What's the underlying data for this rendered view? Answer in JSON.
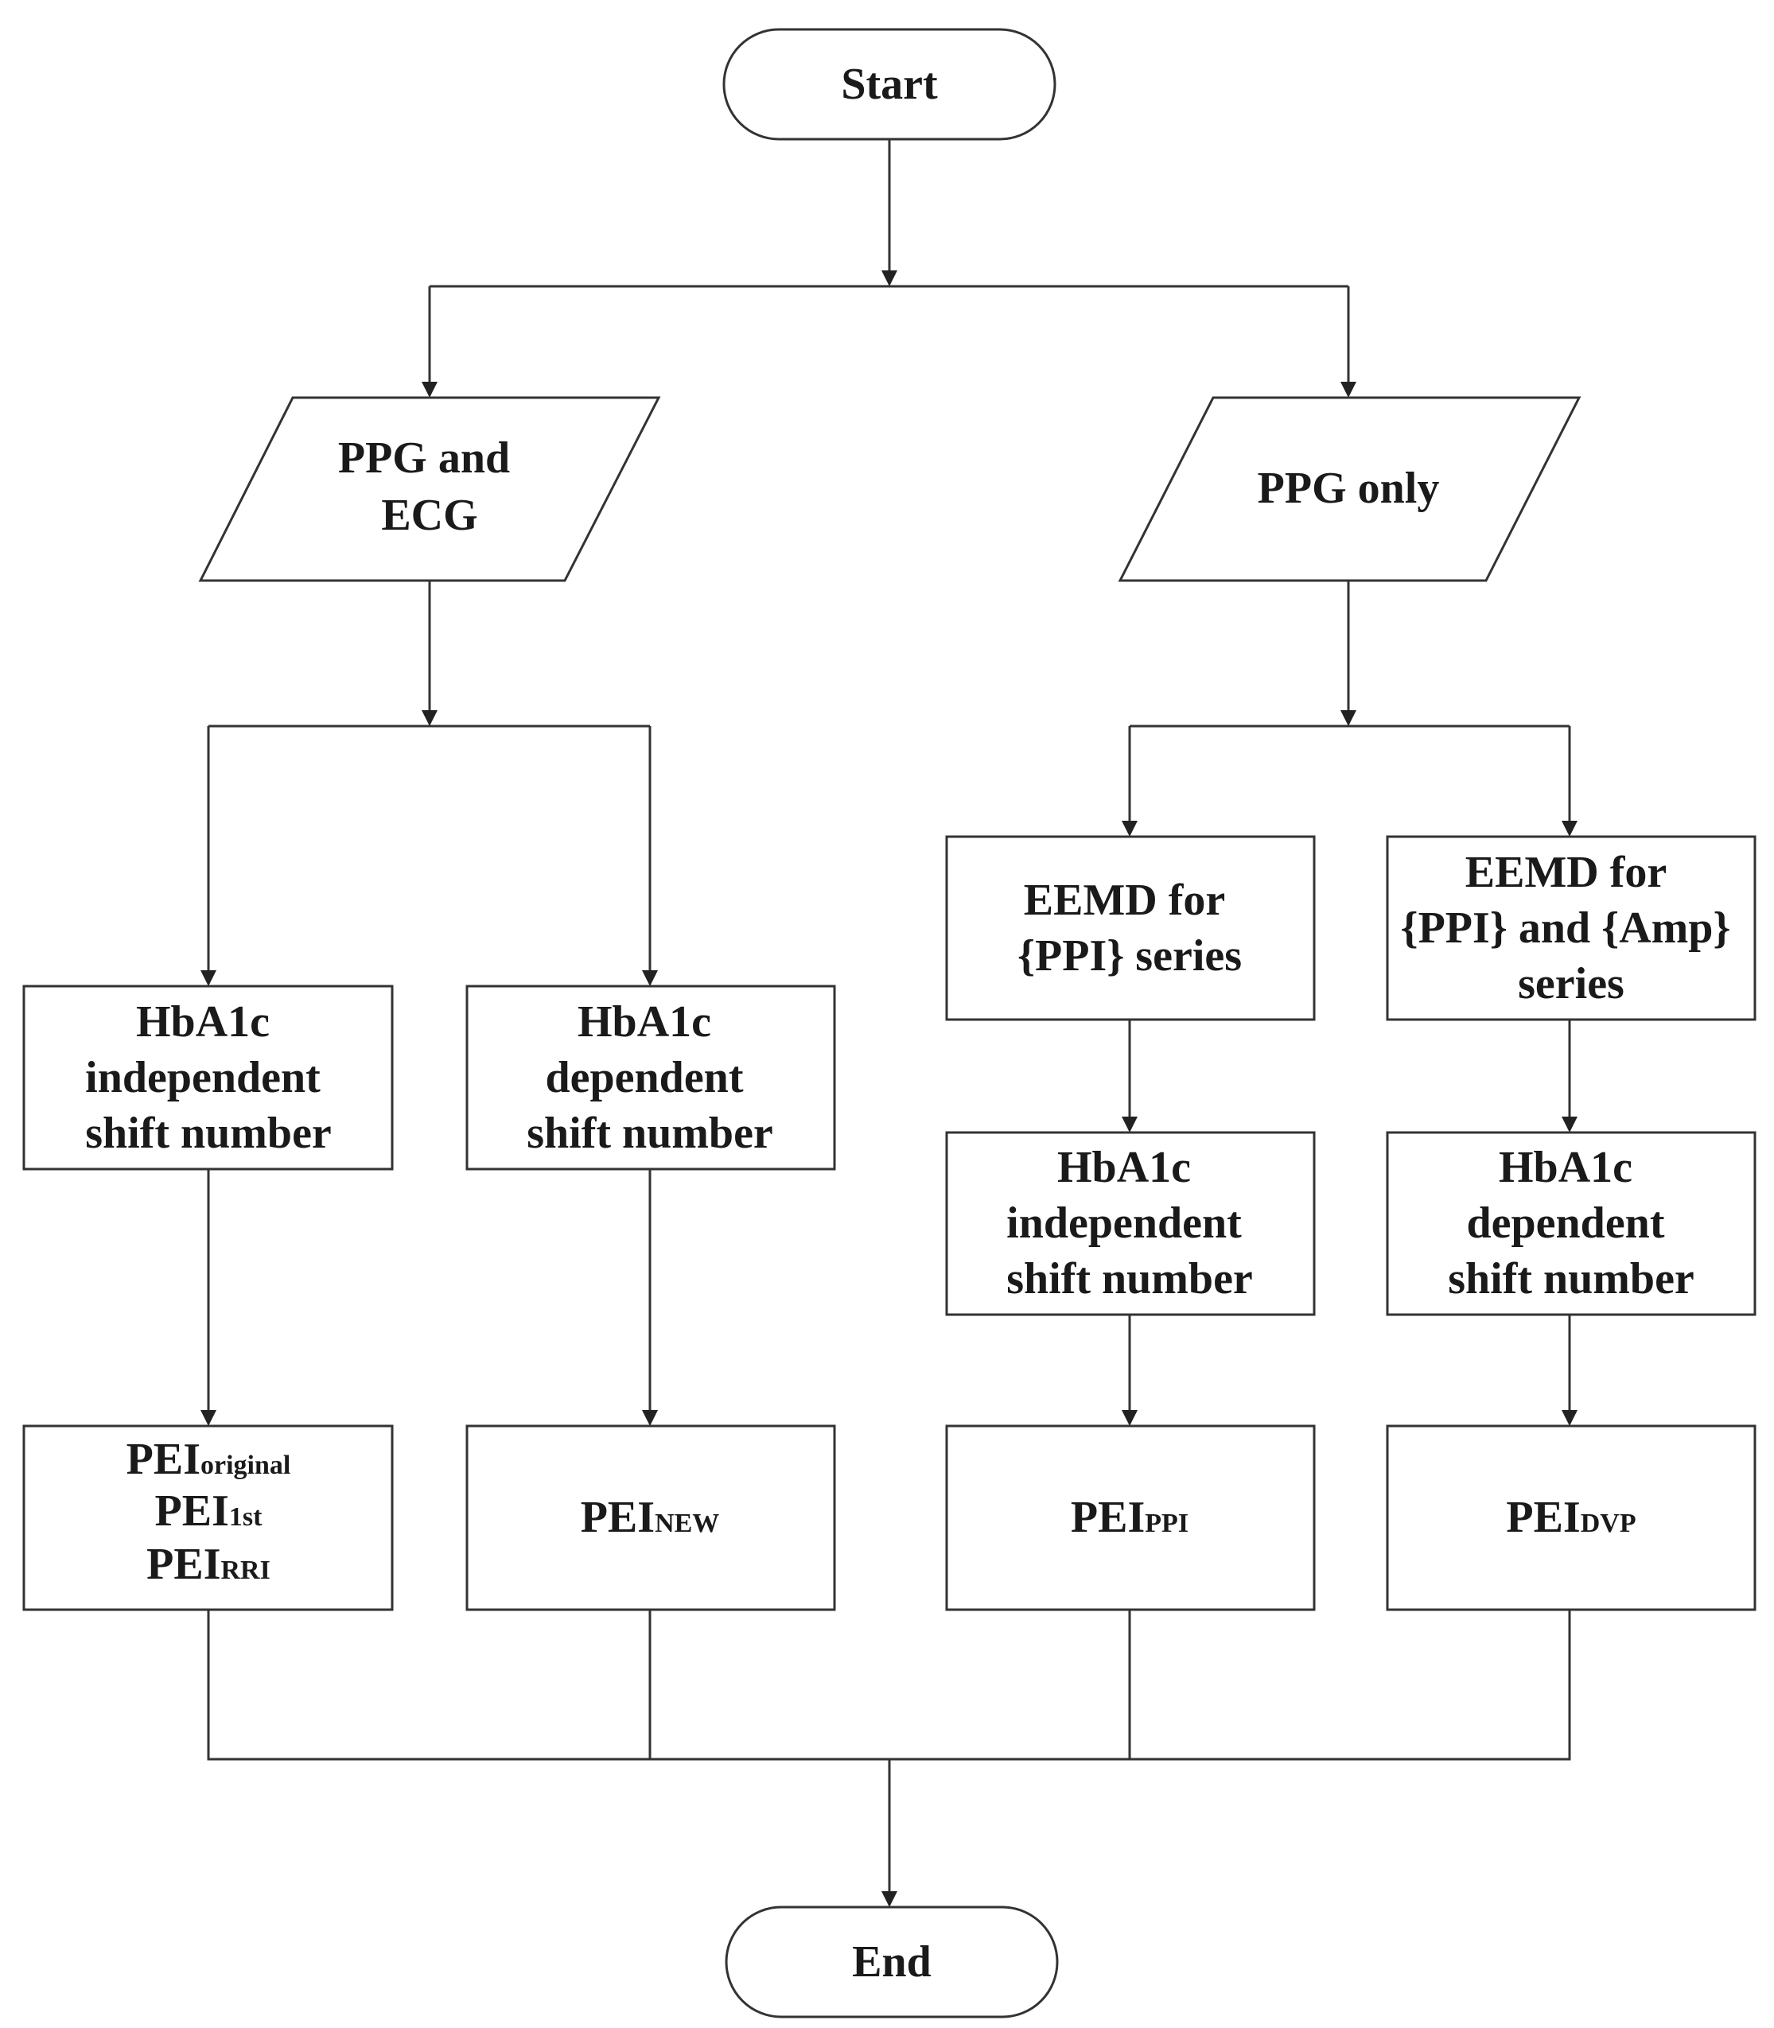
{
  "nodes": {
    "start": "Start",
    "end": "End",
    "input_ppg_ecg": [
      "PPG and",
      "ECG"
    ],
    "input_ppg_only": [
      "PPG only"
    ],
    "hba1c_independent_left": [
      "HbA1c",
      "independent",
      "shift number"
    ],
    "hba1c_dependent_left": [
      "HbA1c",
      "dependent",
      "shift number"
    ],
    "eemd_ppi": [
      "EEMD  for",
      "{PPI}  series"
    ],
    "eemd_ppi_amp": [
      "EEMD  for",
      "{PPI}  and {Amp}",
      "series"
    ],
    "hba1c_independent_right": [
      "HbA1c",
      "independent",
      "shift number"
    ],
    "hba1c_dependent_right": [
      "HbA1c",
      "dependent",
      "shift number"
    ],
    "pei_left": [
      {
        "base": "PEI",
        "sub": "original"
      },
      {
        "base": "PEI",
        "sub": "1st"
      },
      {
        "base": "PEI",
        "sub": "RRI"
      }
    ],
    "pei_new": {
      "base": "PEI",
      "sub": "NEW"
    },
    "pei_ppi": {
      "base": "PEI",
      "sub": "PPI"
    },
    "pei_dvp": {
      "base": "PEI",
      "sub": "DVP"
    }
  }
}
